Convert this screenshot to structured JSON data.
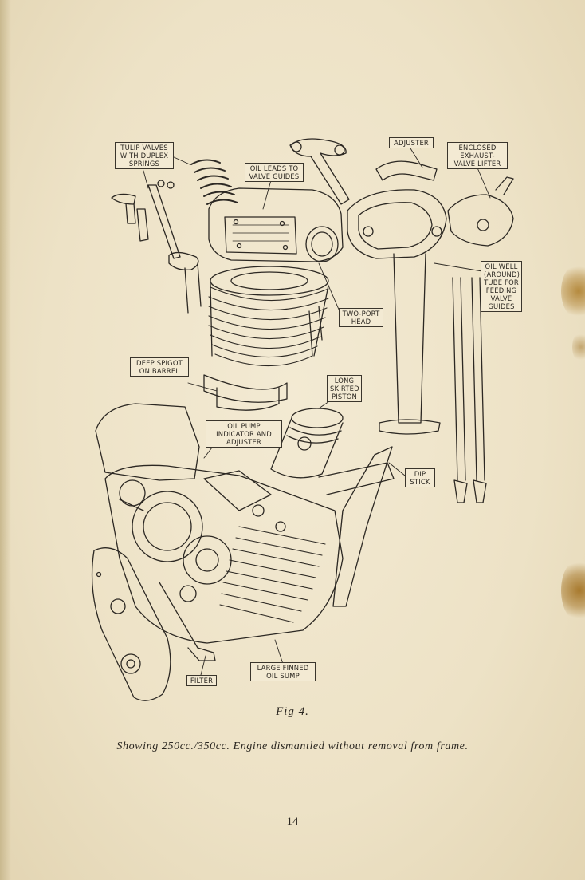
{
  "callouts": {
    "tulip_valves": "TULIP VALVES WITH DUPLEX SPRINGS",
    "oil_leads": "OIL LEADS TO VALVE GUIDES",
    "adjuster": "ADJUSTER",
    "exhaust_lifter": "ENCLOSED EXHAUST-VALVE LIFTER",
    "oil_well": "OIL WELL (AROUND) TUBE FOR FEEDING VALVE GUIDES",
    "two_port_head": "TWO-PORT HEAD",
    "deep_spigot": "DEEP SPIGOT ON BARREL",
    "long_piston": "LONG SKIRTED PISTON",
    "oil_pump": "OIL PUMP INDICATOR AND ADJUSTER",
    "dip_stick": "DIP STICK",
    "large_sump": "LARGE FINNED OIL SUMP",
    "filter": "FILTER"
  },
  "caption": {
    "figure": "Fig 4.",
    "description": "Showing 250cc./350cc. Engine dismantled without removal from frame."
  },
  "page_number": "14"
}
